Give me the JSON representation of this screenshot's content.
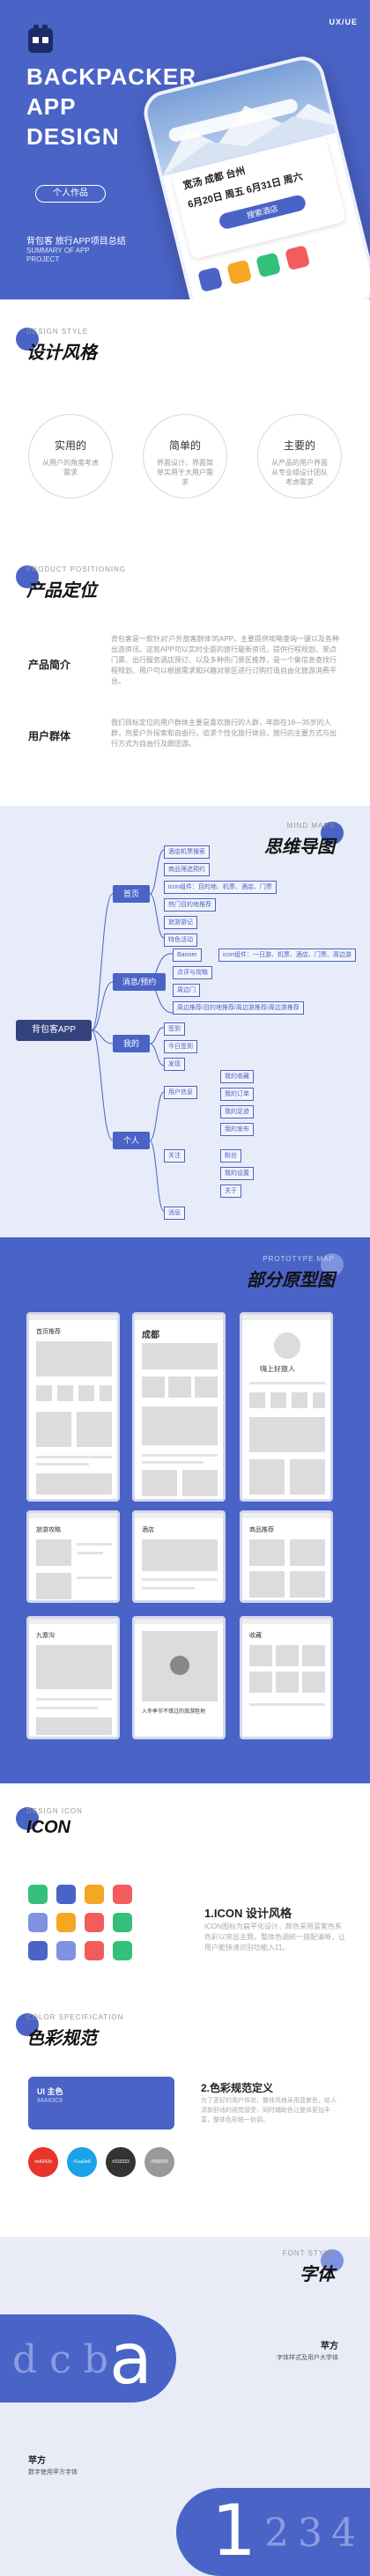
{
  "hero": {
    "corner": "UX/UE",
    "title_lines": [
      "BACKPACKER",
      "APP",
      "DESIGN"
    ],
    "badge": "个人作品",
    "subtitle": "背包客 旅行APP项目总结",
    "subtitle_en": "SUMMARY OF APP PROJECT",
    "phone": {
      "cities": "宽汤  成都        台州",
      "dates": "6月20日 周五    6月31日 周六",
      "button": "搜索酒店"
    }
  },
  "design_style": {
    "en": "DESIGN STYLE",
    "zh": "设计风格",
    "items": [
      {
        "title": "实用的",
        "desc": "从用户的角度考虑需求"
      },
      {
        "title": "简单的",
        "desc": "界面设计，界面简单实用于大用户需求"
      },
      {
        "title": "主要的",
        "desc": "从产品的用户界面从专业组设计团队考虑需求"
      }
    ]
  },
  "positioning": {
    "en": "PRODUCT POSITIONING",
    "zh": "产品定位",
    "rows": [
      {
        "label": "产品简介",
        "text": "背包客是一款针对'户外旅客群体'的APP，主要提供攻略查询一键以及各种出游资讯，这款APP可以实时全面的旅行最新资讯，提供行程规划、景点门票、出行服务酒店预订、以及多种热门景区推荐，是一个集信息查找行程规划、用户可以根据需求和兴趣对景区进行订购打造自由化旅游消费平台。"
      },
      {
        "label": "用户群体",
        "text": "我们目标定位的用户群体主要是喜欢旅行的人群，年龄在16—35岁的人群，热爱户外探索和自由行，追求个性化旅行体验，旅行的主要方式与出行方式为自由行及跟团游。"
      }
    ]
  },
  "mind_map": {
    "en": "MIND MAPS",
    "zh": "思维导图",
    "root": "背包客APP",
    "branches": [
      {
        "label": "首页",
        "items": [
          "酒店机票搜索",
          "商品筛选预约",
          "icon组件：目的地、机票、酒店、门票",
          "热门目的地推荐",
          "旅游游记",
          "特色活动"
        ]
      },
      {
        "label": "消息/预约",
        "items": [
          "Banner",
          "icon组件：一日游、机票、酒店、门票、周边游",
          "点评与攻略",
          "周边门",
          "周边推荐/目的地推荐/周边游推荐/周边游推荐"
        ]
      },
      {
        "label": "我的",
        "items": [
          "签到",
          "今日签到",
          "发现"
        ]
      },
      {
        "label": "个人",
        "items": [
          "用户信息",
          "我的收藏",
          "我的订单",
          "我的足迹",
          "我的发布",
          "关注",
          "粉丝",
          "我的设置",
          "关于",
          "消息"
        ]
      }
    ]
  },
  "prototype": {
    "en": "PROTOTYPE MAP",
    "zh": "部分原型图",
    "screens": [
      {
        "label": "首页推荐"
      },
      {
        "label": "成都"
      },
      {
        "label": "嗨上好旅人"
      },
      {
        "label": "旅游攻略"
      },
      {
        "label": "酒店"
      },
      {
        "label": "商品推荐"
      },
      {
        "label": "九寨沟"
      },
      {
        "label": "入冬季节不错过的旅游胜地"
      },
      {
        "label": "收藏"
      }
    ]
  },
  "icon_section": {
    "en": "DESIGN ICON",
    "zh": "ICON",
    "title": "1.ICON 设计风格",
    "desc": "ICON图标为扁平化设计，颜色采用蓝紫色系色彩以突出主题，整体色调统一搭配清晰，让用户能快速识别功能入口。",
    "colors": [
      "#34c07a",
      "#4a63c6",
      "#f5a623",
      "#f25c5c",
      "#7e92e0",
      "#f5a623",
      "#f25c5c",
      "#34c07a",
      "#4a63c6",
      "#7e92e0",
      "#f25c5c",
      "#34c07a"
    ]
  },
  "color_spec": {
    "en": "COLOR SPECIFICATION",
    "zh": "色彩规范",
    "card_label": "UI 主色",
    "card_hex": "#4A63C6",
    "title": "2.色彩规范定义",
    "desc": "为了更好的用户体验，整体风格采用蓝紫色，给人清新舒适的视觉感受，同时辅助色让整体更加丰富，整体色彩统一协调。",
    "swatches": [
      {
        "hex": "#e8342b"
      },
      {
        "hex": "#1aa3e8"
      },
      {
        "hex": "#333333"
      },
      {
        "hex": "#999999"
      }
    ]
  },
  "font_section": {
    "en": "FONT STYLE",
    "zh": "字体",
    "letters": "dcb",
    "big_letter": "a",
    "font1_name": "苹方",
    "font1_sub": "字体样式及用户大学体",
    "font2_name": "苹方",
    "font2_sub": "数字使用苹方字体",
    "big_digit": "1",
    "digits": "234"
  }
}
